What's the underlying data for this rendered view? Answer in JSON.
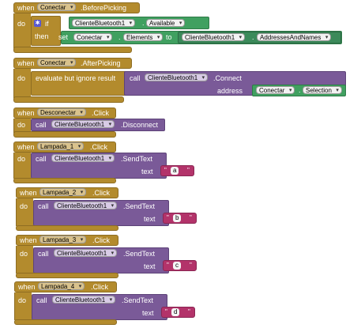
{
  "colors": {
    "event": "#b38b2d",
    "component": "#7a5a98",
    "logic": "#40a060",
    "text": "#b3336a"
  },
  "b1": {
    "when": "when",
    "comp": "Conectar",
    "event": ".BeforePicking",
    "do": "do",
    "if": "if",
    "comp2": "ClienteBluetooth1",
    "prop": "Available",
    "then": "then",
    "set": "set",
    "comp3": "Conectar",
    "prop2": "Elements",
    "to": "to",
    "comp4": "ClienteBluetooth1",
    "prop3": "AddressesAndNames"
  },
  "b2": {
    "when": "when",
    "comp": "Conectar",
    "event": ".AfterPicking",
    "do": "do",
    "label": "evaluate but ignore result",
    "call": "call",
    "comp2": "ClienteBluetooth1",
    "method": ".Connect",
    "address": "address",
    "comp3": "Conectar",
    "prop": "Selection"
  },
  "b3": {
    "when": "when",
    "comp": "Desconectar",
    "event": ".Click",
    "do": "do",
    "call": "call",
    "comp2": "ClienteBluetooth1",
    "method": ".Disconnect"
  },
  "b4": {
    "when": "when",
    "comp": "Lampada_1",
    "event": ".Click",
    "do": "do",
    "call": "call",
    "comp2": "ClienteBluetooth1",
    "method": ".SendText",
    "text": "text",
    "val": "a"
  },
  "b5": {
    "when": "when",
    "comp": "Lampada_2",
    "event": ".Click",
    "do": "do",
    "call": "call",
    "comp2": "ClienteBluetooth1",
    "method": ".SendText",
    "text": "text",
    "val": "b"
  },
  "b6": {
    "when": "when",
    "comp": "Lampada_3",
    "event": ".Click",
    "do": "do",
    "call": "call",
    "comp2": "ClienteBluetooth1",
    "method": ".SendText",
    "text": "text",
    "val": "c"
  },
  "b7": {
    "when": "when",
    "comp": "Lampada_4",
    "event": ".Click",
    "do": "do",
    "call": "call",
    "comp2": "ClienteBluetooth1",
    "method": ".SendText",
    "text": "text",
    "val": "d"
  }
}
